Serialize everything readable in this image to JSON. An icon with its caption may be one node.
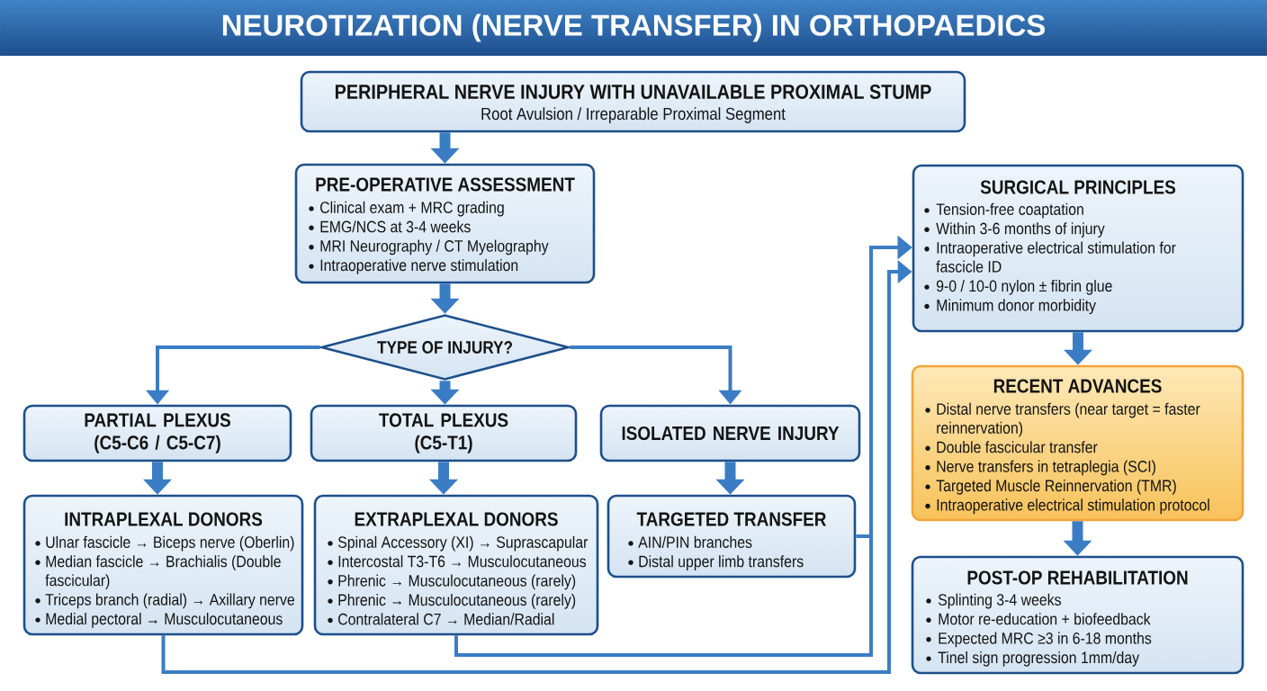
{
  "diagram": {
    "title": "NEUROTIZATION (NERVE TRANSFER) IN ORTHOPAEDICS",
    "nodes": [
      {
        "text": [
          "PERIPHERAL NERVE INJURY WITH UNAVAILABLE PROXIMAL STUMP",
          "Root Avulsion / Irreparable Proximal Segment"
        ]
      },
      {
        "text": [
          "PRE-OPERATIVE ASSESSMENT",
          "Clinical exam + MRC grading",
          "EMG/NCS at 3-4 weeks",
          "MRI Neurography / CT Myelography",
          "Intraoperative nerve stimulation"
        ]
      },
      {
        "text": [
          "TYPE OF INJURY?"
        ]
      },
      {
        "text": [
          "PARTIAL PLEXUS (C5-C6 / C5-C7)"
        ]
      },
      {
        "text": [
          "TOTAL PLEXUS (C5-T1)"
        ]
      },
      {
        "text": [
          "ISOLATED NERVE INJURY"
        ]
      },
      {
        "text": [
          "INTRAPLEXAL DONORS",
          "Ulnar fascicle → Biceps nerve (Oberlin)",
          "Median fascicle → Brachialis (Double fascicular)",
          "Triceps branch (radial) → Axillary nerve",
          "Medial pectoral → Musculocutaneous"
        ]
      },
      {
        "text": [
          "EXTRAPLEXAL DONORS",
          "Spinal Accessory (XI) → Suprascapular",
          "Intercostal T3-T6 → Musculocutaneous",
          "Phrenic → Musculocutaneous (rarely)",
          "Phrenic → Musculocutaneous (rarely)",
          "Contralateral C7 → Median/Radial"
        ]
      },
      {
        "text": [
          "TARGETED TRANSFER",
          "AIN/PIN branches",
          "Distal upper limb transfers"
        ]
      },
      {
        "text": [
          "SURGICAL PRINCIPLES",
          "Tension-free coaptation",
          "Within 3-6 months of injury",
          "Intraoperative electrical stimulation for fascicle ID",
          "9-0 / 10-0 nylon ± fibrin glue",
          "Minimum donor morbidity"
        ]
      },
      {
        "text": [
          "RECENT ADVANCES",
          "Distal nerve transfers (near target = faster reinnervation)",
          "Double fascicular transfer",
          "Nerve transfers in tetraplegia (SCI)",
          "Targeted Muscle Reinnervation (TMR)",
          "Intraoperative electrical stimulation protocol"
        ]
      },
      {
        "text": [
          "POST-OP REHABILITATION",
          "Splinting 3-4 weeks",
          "Motor re-education + biofeedback",
          "Expected MRC ≥3 in 6-18 months",
          "Tinel sign progression 1mm/day"
        ]
      }
    ],
    "edges": [
      {
        "from": 0,
        "to": 1,
        "arrow": "to"
      },
      {
        "from": 1,
        "to": 2,
        "arrow": "to"
      },
      {
        "from": 2,
        "to": 3,
        "arrow": "to"
      },
      {
        "from": 2,
        "to": 4,
        "arrow": "to"
      },
      {
        "from": 2,
        "to": 5,
        "arrow": "to"
      },
      {
        "from": 3,
        "to": 6,
        "arrow": "to"
      },
      {
        "from": 4,
        "to": 7,
        "arrow": "to"
      },
      {
        "from": 5,
        "to": 8,
        "arrow": "to"
      },
      {
        "from": 6,
        "to": 9,
        "arrow": "to"
      },
      {
        "from": 7,
        "to": 9,
        "arrow": "to"
      },
      {
        "from": 8,
        "to": 9,
        "arrow": "to"
      },
      {
        "from": 9,
        "to": 10,
        "arrow": "to"
      },
      {
        "from": 10,
        "to": 11,
        "arrow": "to"
      }
    ]
  }
}
